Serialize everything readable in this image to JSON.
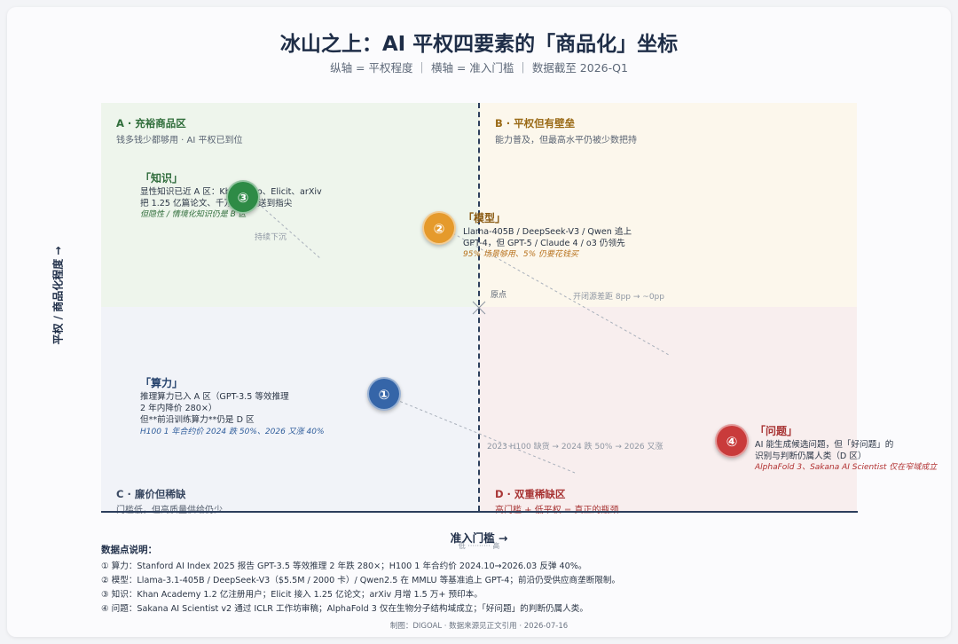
{
  "header": {
    "title": "冰山之上：AI 平权四要素的「商品化」坐标",
    "subtitle": "纵轴 = 平权程度 ｜ 横轴 = 准入门槛 ｜ 数据截至 2026-Q1"
  },
  "quadrants": {
    "A": {
      "title": "A · 充裕商品区",
      "sub": "钱多钱少都够用 · AI 平权已到位"
    },
    "B": {
      "title": "B · 平权但有壁垒",
      "sub": "能力普及，但最高水平仍被少数把持"
    },
    "C": {
      "title": "C · 廉价但稀缺",
      "sub": "门槛低，但高质量供给仍少"
    },
    "D": {
      "title": "D · 双重稀缺区",
      "sub": "高门槛 + 低平权 = 真正的瓶颈"
    }
  },
  "axes": {
    "y_label": "平权 / 商品化程度 →",
    "x_label": "准入门槛 →",
    "x_sub": "低 ·········· 高",
    "origin": "原点"
  },
  "points": [
    {
      "number": "①",
      "title": "「算力」",
      "lines": [
        "推理算力已入 A 区（GPT-3.5 等效推理",
        "2 年内降价 280×）",
        "但**前沿训练算力**仍是 D 区"
      ],
      "note": "H100 1 年合约价 2024 跌 50%、2026 又涨 40%",
      "trend_label": "2023 H100 缺货 → 2024 跌 50% → 2026 又涨",
      "color": "#3565a8",
      "note_color": "#2f5d9b"
    },
    {
      "number": "②",
      "title": "「模型」",
      "lines": [
        "Llama-405B / DeepSeek-V3 / Qwen 追上",
        "GPT-4，但 GPT-5 / Claude 4 / o3 仍领先"
      ],
      "note": "95% 场景够用、5% 仍要花钱买",
      "trend_label": "开闭源差距 8pp → ~0pp",
      "color": "#e59a2c",
      "note_color": "#b7701a"
    },
    {
      "number": "③",
      "title": "「知识」",
      "lines": [
        "显性知识已近 A 区：Khanmigo、Elicit、arXiv",
        "把 1.25 亿篇论文、千万课程压送到指尖"
      ],
      "note": "但隐性 / 情境化知识仍是 B 区",
      "trend_label": "持续下沉",
      "color": "#2e8b46",
      "note_color": "#2f6d3a"
    },
    {
      "number": "④",
      "title": "「问题」",
      "lines": [
        "AI 能生成候选问题，但「好问题」的",
        "识别与判断仍属人类（D 区）"
      ],
      "note": "AlphaFold 3、Sakana AI Scientist 仅在窄域成立",
      "color": "#c93b3b",
      "note_color": "#b13030"
    }
  ],
  "notes": {
    "title": "数据点说明：",
    "items": [
      "① 算力：Stanford AI Index 2025 报告 GPT-3.5 等效推理 2 年跌 280×；H100 1 年合约价 2024.10→2026.03 反弹 40%。",
      "② 模型：Llama-3.1-405B / DeepSeek-V3（$5.5M / 2000 卡）/ Qwen2.5 在 MMLU 等基准追上 GPT-4；前沿仍受供应商垄断限制。",
      "③ 知识：Khan Academy 1.2 亿注册用户；Elicit 接入 1.25 亿论文；arXiv 月增 1.5 万+ 预印本。",
      "④ 问题：Sakana AI Scientist v2 通过 ICLR 工作坊审稿；AlphaFold 3 仅在生物分子结构域成立；「好问题」的判断仍属人类。"
    ]
  },
  "footer": "制图：DIGOAL · 数据来源见正文引用 · 2026-07-16"
}
